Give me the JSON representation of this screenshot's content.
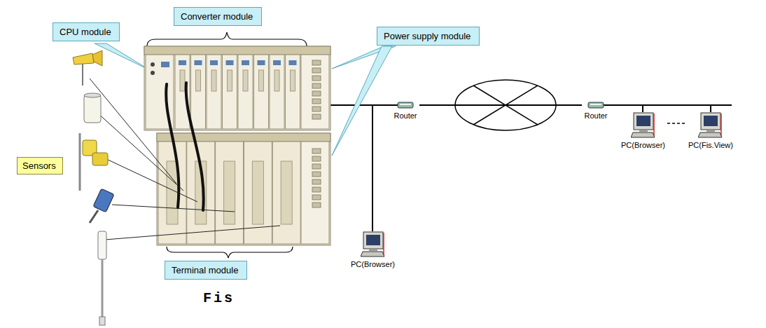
{
  "diagram": {
    "nodes": [
      {
        "text": [
          "CPU module"
        ]
      },
      {
        "text": [
          "Converter module"
        ]
      },
      {
        "text": [
          "Power supply module"
        ]
      },
      {
        "text": [
          "Sensors"
        ]
      },
      {
        "text": [
          "Router"
        ]
      },
      {
        "text": [
          "Router"
        ]
      },
      {
        "text": [
          "PC(Browser)"
        ]
      },
      {
        "text": [
          "PC(Fis.View)"
        ]
      },
      {
        "text": [
          "Terminal module"
        ]
      },
      {
        "text": [
          "PC(Browser)"
        ]
      }
    ],
    "edges": [
      {
        "from": 4,
        "to": 5,
        "arrow": "none"
      },
      {
        "from": 6,
        "to": 7,
        "arrow": "none"
      }
    ],
    "labels": [
      "Fis"
    ]
  }
}
